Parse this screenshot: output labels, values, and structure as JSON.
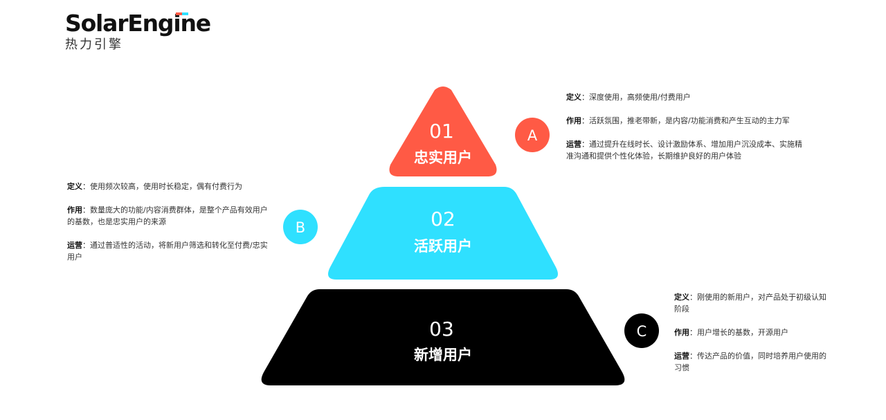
{
  "brand": {
    "name": "SolarEngine",
    "subtitle": "热力引擎",
    "accent_colors": [
      "#ff5a45",
      "#2fe0ff"
    ]
  },
  "colors": {
    "tier_a": "#ff5a45",
    "tier_b": "#2fe0ff",
    "tier_c": "#000000"
  },
  "tiers": [
    {
      "number": "01",
      "title": "忠实用户",
      "badge": "A",
      "definition_label": "定义",
      "definition": "深度使用，高频使用/付费用户",
      "role_label": "作用",
      "role": "活跃氛围，推老带新，是内容/功能消费和产生互动的主力军",
      "ops_label": "运营",
      "ops": "通过提升在线时长、设计激励体系、增加用户沉没成本、实施精准沟通和提供个性化体验，长期维护良好的用户体验"
    },
    {
      "number": "02",
      "title": "活跃用户",
      "badge": "B",
      "definition_label": "定义",
      "definition": "使用频次较高，使用时长稳定，偶有付费行为",
      "role_label": "作用",
      "role": "数量庞大的功能/内容消费群体，是整个产品有效用户的基数，也是忠实用户的来源",
      "ops_label": "运营",
      "ops": "通过普适性的活动，将新用户筛选和转化至付费/忠实用户"
    },
    {
      "number": "03",
      "title": "新增用户",
      "badge": "C",
      "definition_label": "定义",
      "definition": "刚使用的新用户，对产品处于初级认知阶段",
      "role_label": "作用",
      "role": "用户增长的基数，开源用户",
      "ops_label": "运营",
      "ops": "传达产品的价值，同时培养用户使用的习惯"
    }
  ]
}
